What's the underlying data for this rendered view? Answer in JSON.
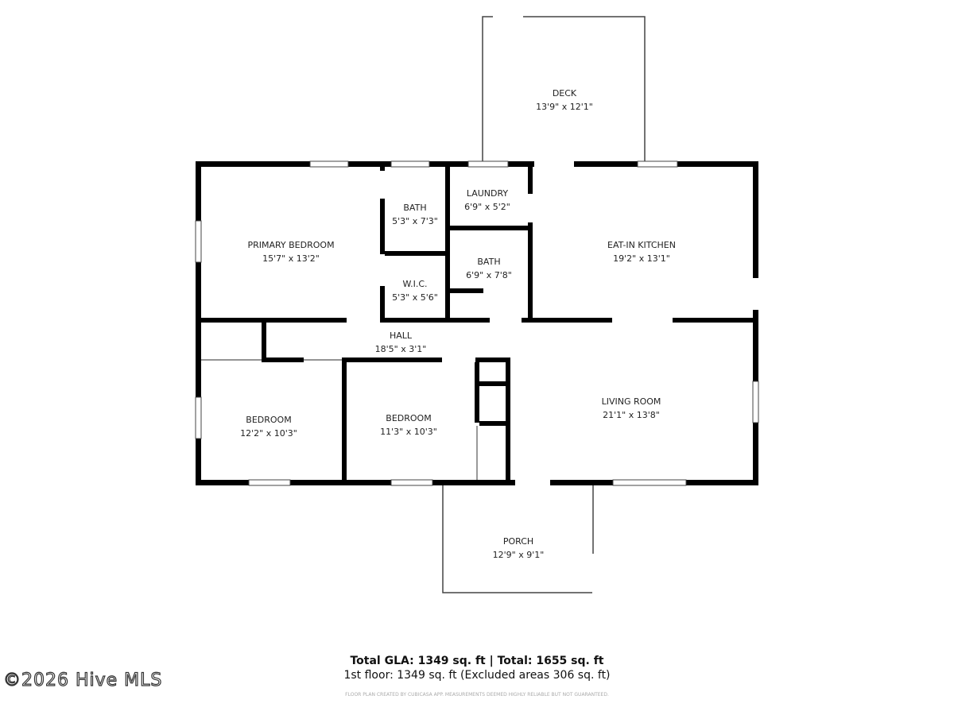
{
  "rooms": [
    {
      "name": "DECK",
      "size": "13'9\" x 12'1\""
    },
    {
      "name": "PRIMARY BEDROOM",
      "size": "15'7\" x 13'2\""
    },
    {
      "name": "BATH",
      "size": "5'3\" x 7'3\""
    },
    {
      "name": "LAUNDRY",
      "size": "6'9\" x 5'2\""
    },
    {
      "name": "EAT-IN KITCHEN",
      "size": "19'2\" x 13'1\""
    },
    {
      "name": "BATH",
      "size": "6'9\" x 7'8\""
    },
    {
      "name": "W.I.C.",
      "size": "5'3\" x 5'6\""
    },
    {
      "name": "HALL",
      "size": "18'5\" x 3'1\""
    },
    {
      "name": "BEDROOM",
      "size": "12'2\" x 10'3\""
    },
    {
      "name": "BEDROOM",
      "size": "11'3\" x 10'3\""
    },
    {
      "name": "LIVING ROOM",
      "size": "21'1\" x 13'8\""
    },
    {
      "name": "PORCH",
      "size": "12'9\" x 9'1\""
    }
  ],
  "totals": {
    "headline": "Total GLA: 1349 sq. ft | Total: 1655 sq. ft",
    "floor": "1st floor: 1349 sq. ft (Excluded areas 306 sq. ft)",
    "disclaimer": "FLOOR PLAN CREATED BY CUBICASA APP. MEASUREMENTS DEEMED HIGHLY RELIABLE BUT NOT GUARANTEED."
  },
  "watermark": "©2026 Hive MLS",
  "colors": {
    "wall": "#000000",
    "background": "#ffffff"
  }
}
